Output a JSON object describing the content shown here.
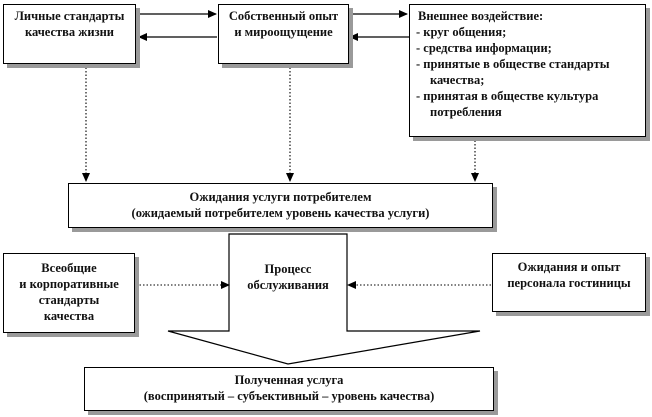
{
  "box_personal": {
    "lines": [
      "Личные стандарты",
      "качества жизни"
    ]
  },
  "box_own_experience": {
    "lines": [
      "Собственный опыт",
      "и мироощущение"
    ]
  },
  "box_external": {
    "title": "Внешнее воздействие:",
    "items": [
      {
        "first": "- круг  общения;",
        "cont": ""
      },
      {
        "first": "- средства информации;",
        "cont": ""
      },
      {
        "first": "- принятые в обществе стандарты",
        "cont": "качества;"
      },
      {
        "first": "- принятая в обществе культура",
        "cont": "потребления"
      }
    ]
  },
  "box_expectations": {
    "lines": [
      "Ожидания услуги потребителем",
      "(ожидаемый потребителем уровень качества услуги)"
    ]
  },
  "box_standards": {
    "lines": [
      "Всеобщие",
      "и корпоративные",
      "стандарты",
      "качества"
    ]
  },
  "process": {
    "lines": [
      "Процесс",
      "обслуживания"
    ]
  },
  "box_staff": {
    "lines": [
      "Ожидания и опыт",
      "персонала гостиницы"
    ]
  },
  "box_received": {
    "lines": [
      "Полученная услуга",
      "(воспринятый – субъективный – уровень качества)"
    ]
  }
}
